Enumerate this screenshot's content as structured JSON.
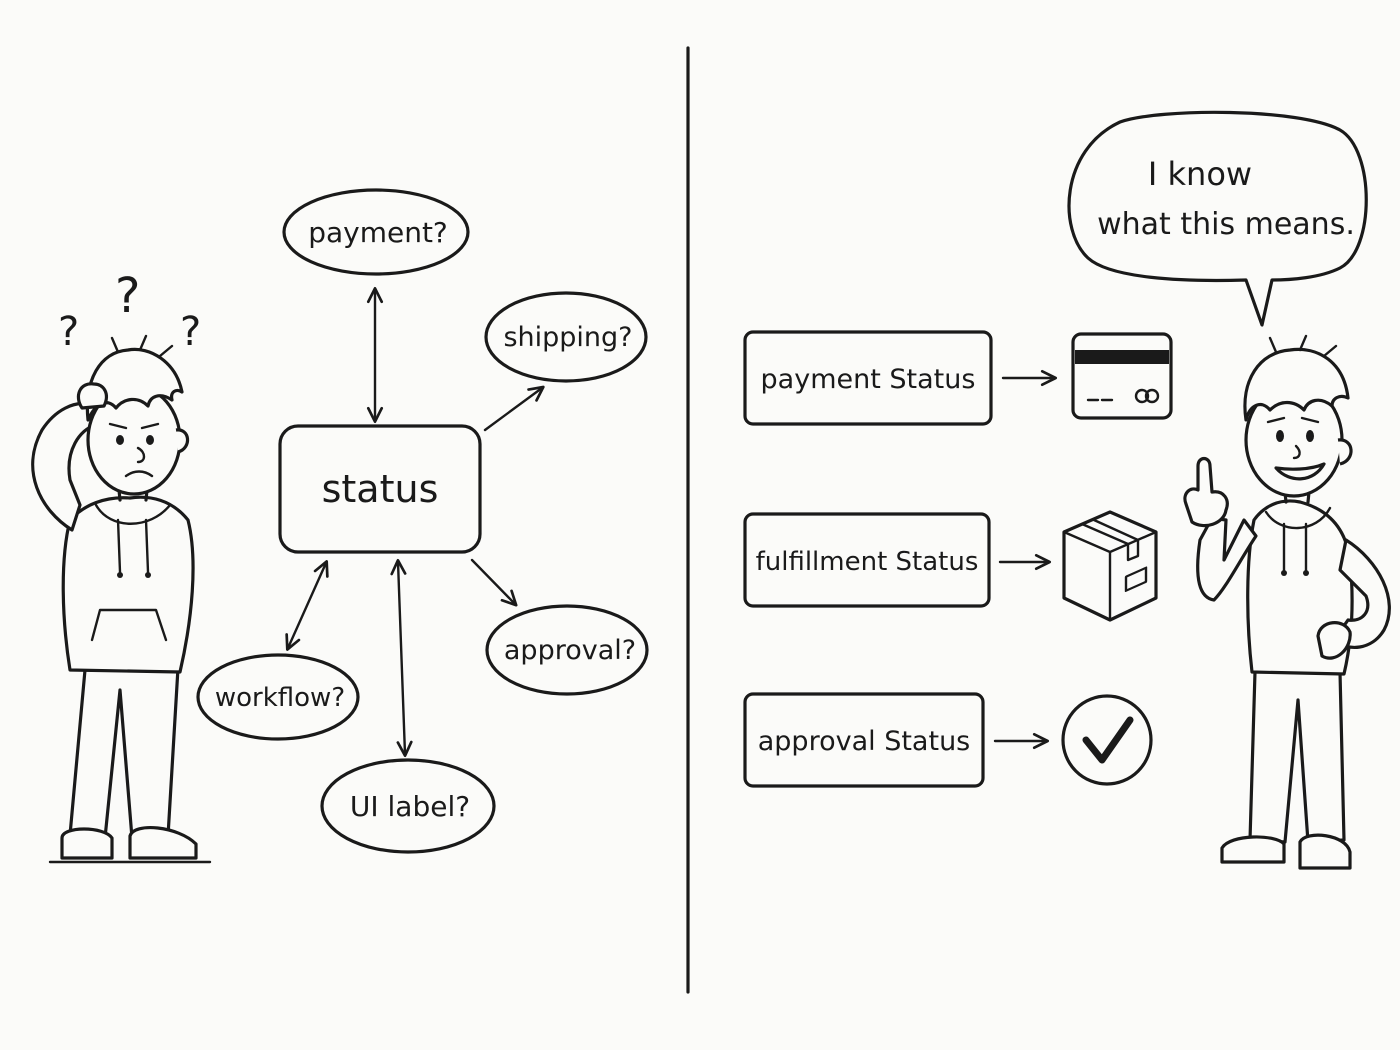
{
  "left": {
    "question_marks": [
      "?",
      "?",
      "?"
    ],
    "center_label": "status",
    "ambiguous_terms": {
      "payment": "payment?",
      "shipping": "shipping?",
      "approval": "approval?",
      "workflow": "workflow?",
      "ui_label": "UI label?"
    }
  },
  "right": {
    "speech_line1": "I know",
    "speech_line2": "what this means.",
    "fields": [
      {
        "label": "payment Status",
        "icon": "credit-card-icon"
      },
      {
        "label": "fulfillment Status",
        "icon": "package-box-icon"
      },
      {
        "label": "approval Status",
        "icon": "checkmark-icon"
      }
    ]
  }
}
